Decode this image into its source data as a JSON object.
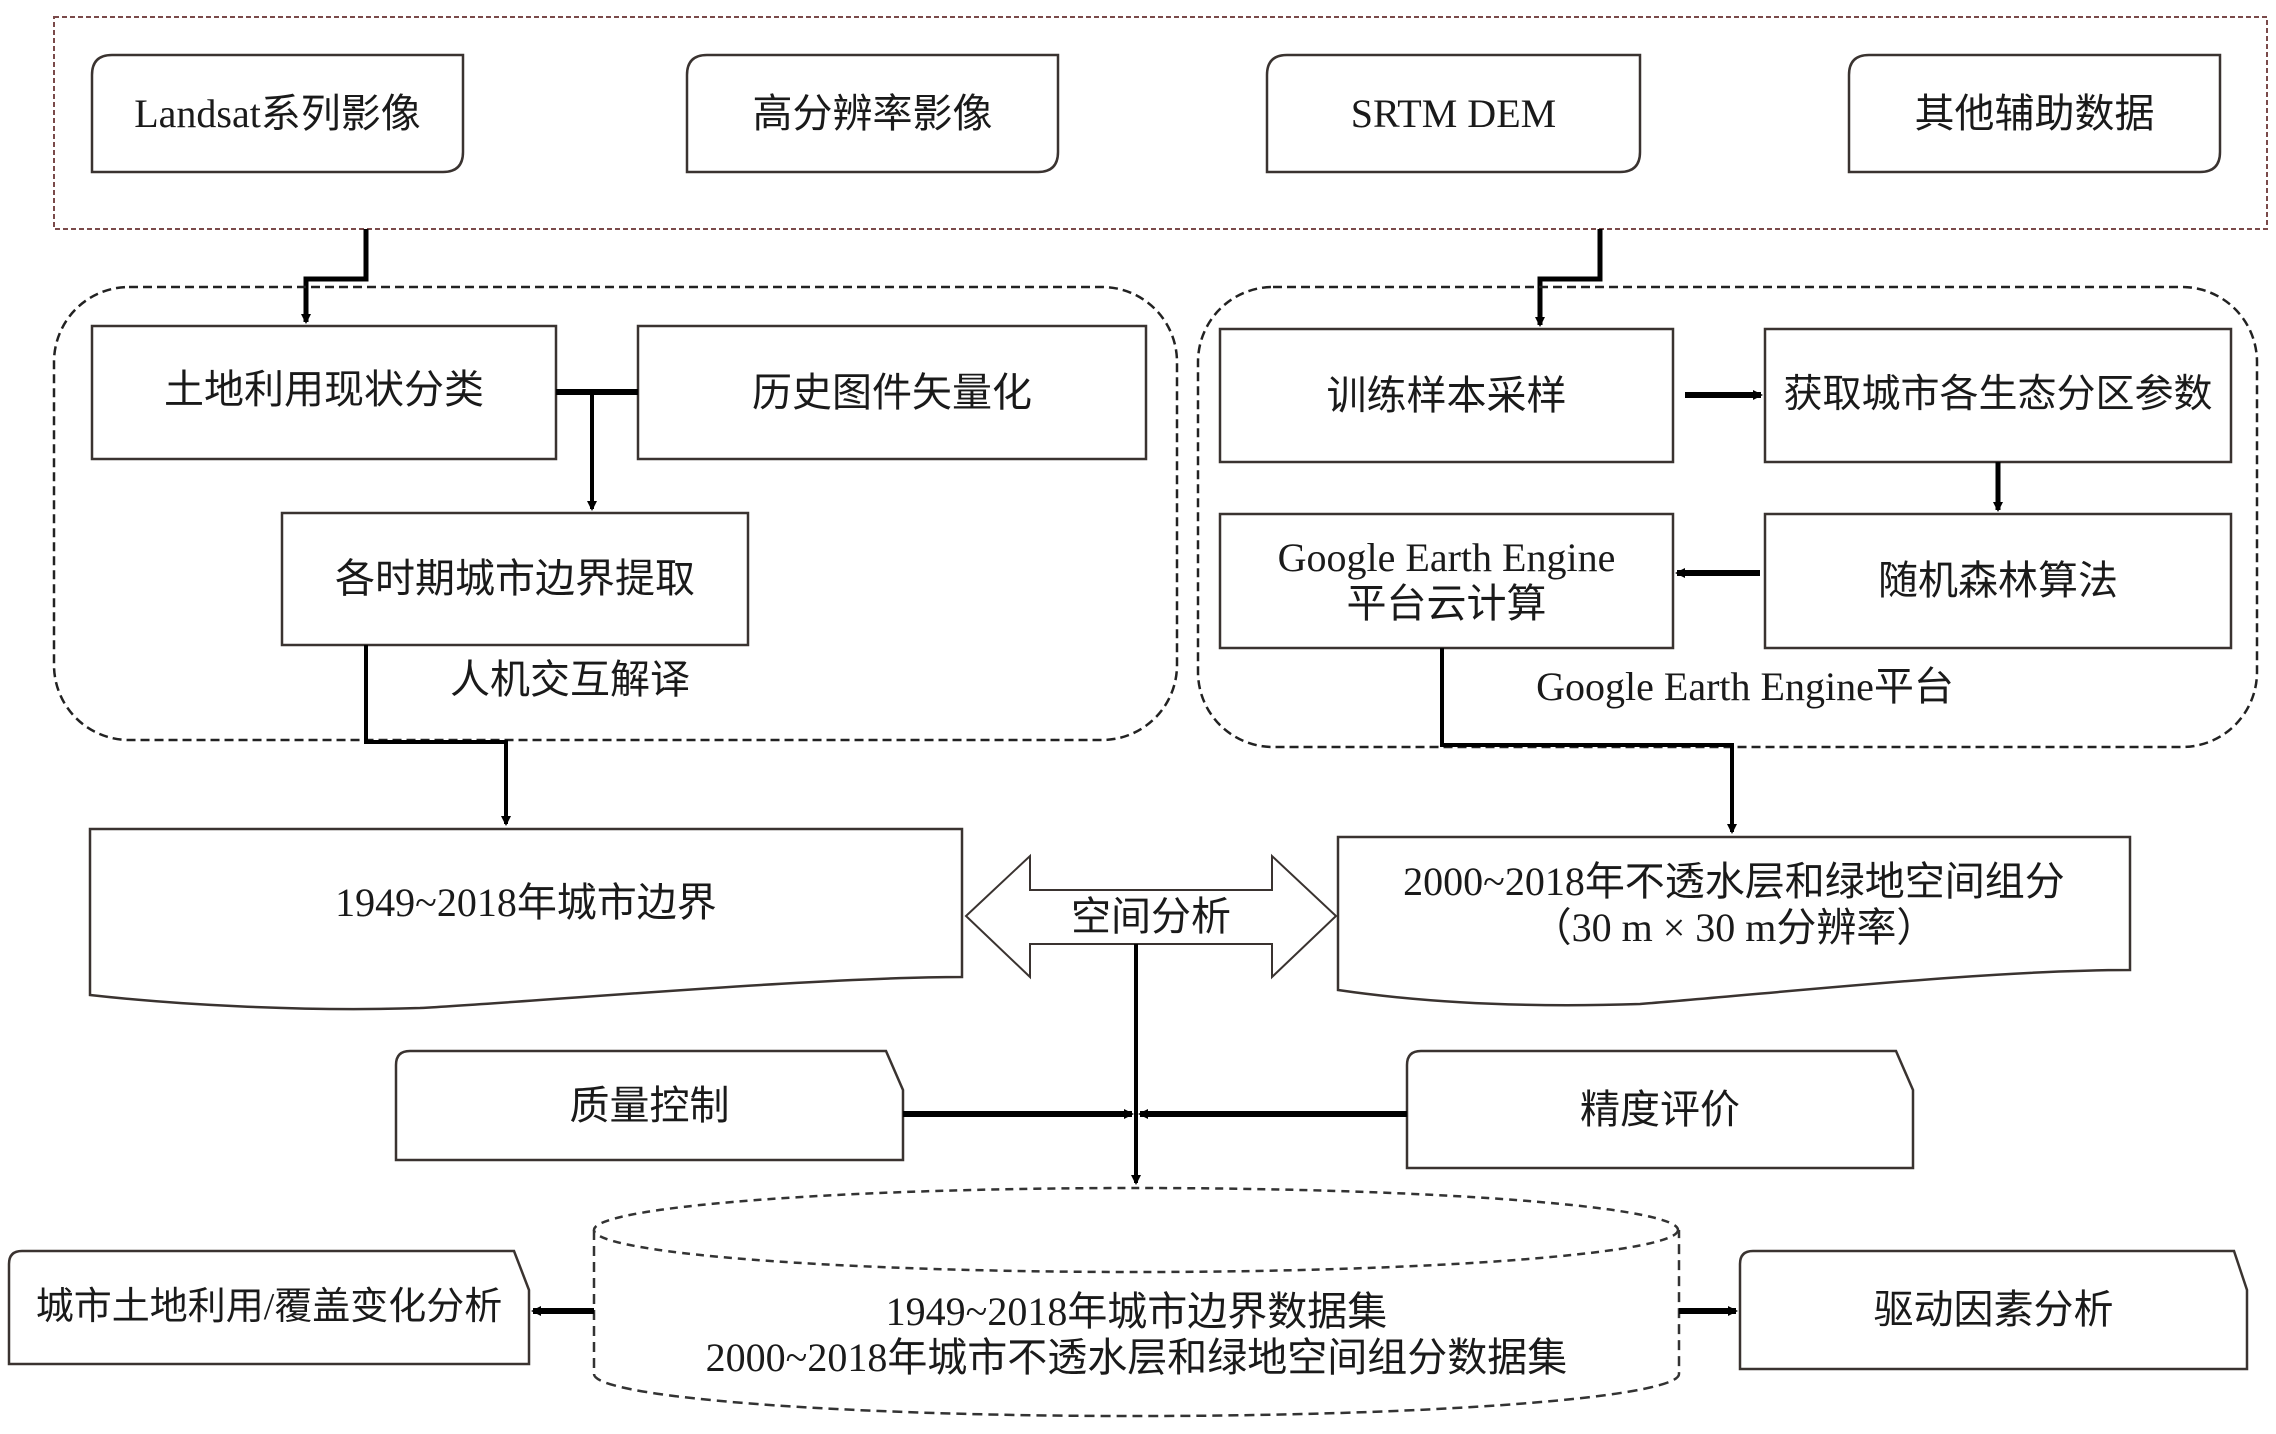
{
  "title": "城市边界与不透水层/绿地数据集构建技术流程",
  "sources": {
    "landsat": "Landsat系列影像",
    "high_res": "高分辨率影像",
    "srtm": "SRTM DEM",
    "other": "其他辅助数据"
  },
  "left_group": {
    "caption": "人机交互解译",
    "land_use": "土地利用现状分类",
    "vectorize": "历史图件矢量化",
    "extract": "各时期城市边界提取"
  },
  "right_group": {
    "caption": "Google Earth Engine平台",
    "training": "训练样本采样",
    "params": "获取城市各生态分区参数",
    "random_forest": "随机森林算法",
    "gee_line1": "Google Earth Engine",
    "gee_line2": "平台云计算"
  },
  "outputs": {
    "boundary": "1949~2018年城市边界",
    "components_line1": "2000~2018年不透水层和绿地空间组分",
    "components_line2": "（30 m × 30 m分辨率）",
    "spatial_analysis": "空间分析"
  },
  "checks": {
    "quality": "质量控制",
    "accuracy": "精度评价"
  },
  "dataset": {
    "line1": "1949~2018年城市边界数据集",
    "line2": "2000~2018年城市不透水层和绿地空间组分数据集"
  },
  "applications": {
    "lucc": "城市土地利用/覆盖变化分析",
    "drivers": "驱动因素分析"
  },
  "colors": {
    "stroke": "#3a3330",
    "outer_dash": "#7a4a4a",
    "arrow": "#000000"
  }
}
